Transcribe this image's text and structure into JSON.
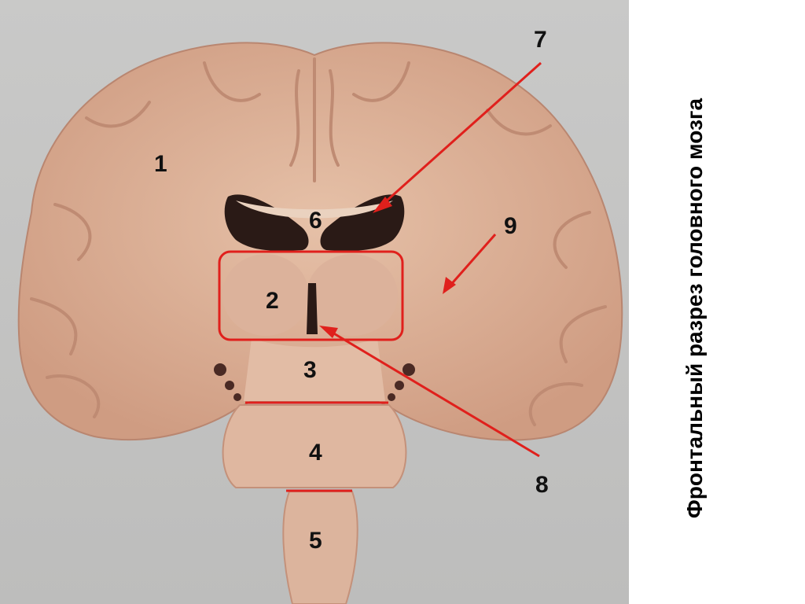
{
  "title": "Фронтальный разрез головного мозга",
  "labels": {
    "l1": "1",
    "l2": "2",
    "l3": "3",
    "l4": "4",
    "l5": "5",
    "l6": "6",
    "l7": "7",
    "l8": "8",
    "l9": "9"
  },
  "colors": {
    "annotation": "#e0201c",
    "tissue": "#d9a890",
    "background": "#c4c4c2"
  }
}
